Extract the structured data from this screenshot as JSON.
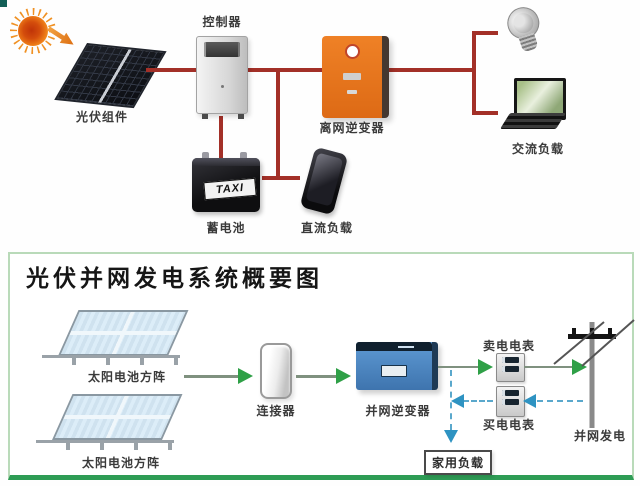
{
  "colors": {
    "wire_red": "#a33028",
    "flow_arrow_green": "#2fa047",
    "flow_arrow_blue": "#2e93c2",
    "offgrid_inverter_orange": "#e8731a",
    "grid_inverter_blue": "#4a86c4",
    "panel_border_green": "#b9dab9",
    "panel_border_bottom_green": "#2e9c55",
    "sun_orange": "#e05a10"
  },
  "top_diagram": {
    "icons": [
      "sun-icon",
      "pv-panel-icon",
      "controller-icon",
      "battery-icon",
      "phone-icon",
      "offgrid-inverter-icon",
      "light-bulb-icon",
      "laptop-icon"
    ],
    "labels": {
      "controller": "控制器",
      "pv_module": "光伏组件",
      "battery": "蓄电池",
      "battery_brand": "TAXI",
      "dc_load": "直流负载",
      "offgrid_inverter": "离网逆变器",
      "ac_load": "交流负载"
    }
  },
  "bottom_diagram": {
    "title": "光伏并网发电系统概要图",
    "icons": [
      "solar-array-icon",
      "connector-icon",
      "grid-inverter-icon",
      "electric-meter-icon",
      "utility-pole-icon"
    ],
    "labels": {
      "solar_array": "太阳电池方阵",
      "connector": "连接器",
      "grid_inverter": "并网逆变器",
      "sell_meter": "卖电电表",
      "buy_meter": "买电电表",
      "grid_feed": "并网发电",
      "household_load": "家用负载"
    }
  }
}
